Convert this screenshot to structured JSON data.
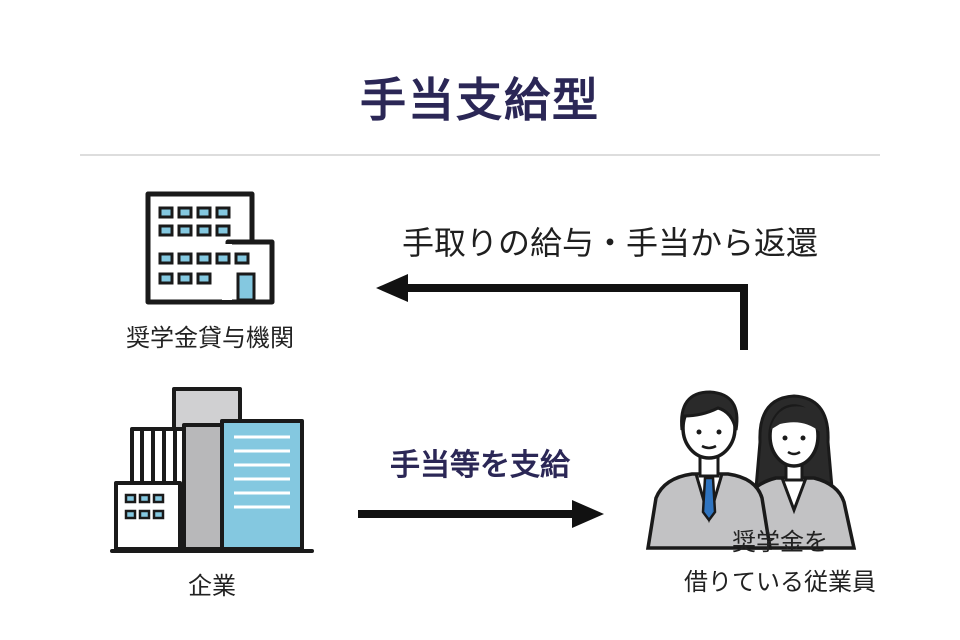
{
  "title": "手当支給型",
  "colors": {
    "accent": "#2b2756",
    "blue": "#84c8e0",
    "gray": "#d0d0d2",
    "ink": "#1a1a1a"
  },
  "nodes": {
    "lender": {
      "label": "奨学金貸与機関",
      "icon": "office-building-icon"
    },
    "company": {
      "label": "企業",
      "icon": "company-buildings-icon"
    },
    "employees": {
      "label_line1": "奨学金を",
      "label_line2": "借りている従業員",
      "icon": "employees-icon"
    }
  },
  "arrows": {
    "repay": {
      "label": "手取りの給与・手当から返還"
    },
    "pay": {
      "label": "手当等を支給"
    }
  }
}
